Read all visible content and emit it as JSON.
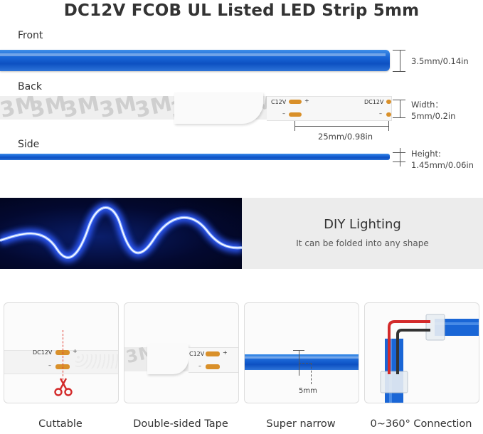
{
  "title": "DC12V FCOB UL Listed LED Strip 5mm",
  "rows": {
    "front": {
      "label": "Front",
      "dim": "3.5mm/0.14in"
    },
    "back": {
      "label": "Back",
      "width_line1": "Width：",
      "width_line2": "5mm/0.2in",
      "pitch": "25mm/0.98in",
      "pad_left_label": "C12V",
      "pad_right_label": "DC12V",
      "plus": "+",
      "minus": "–",
      "tape_text": "3M"
    },
    "side": {
      "label": "Side",
      "height_line1": "Height:",
      "height_line2": "1.45mm/0.06in"
    }
  },
  "banner": {
    "title": "DIY Lighting",
    "subtitle": "It can be folded into any shape"
  },
  "features": [
    {
      "caption": "Cuttable",
      "pad_label": "DC12V",
      "plus": "+",
      "minus": "–",
      "icon": "scissors-icon"
    },
    {
      "caption": "Double-sided Tape",
      "pad_label": "C12V",
      "plus": "+",
      "minus": "–"
    },
    {
      "caption": "Super narrow",
      "dim": "5mm"
    },
    {
      "caption": "0~360° Connection"
    }
  ],
  "colors": {
    "strip_blue": "#1a66d6",
    "pad_copper": "#d9902a",
    "cut_line": "#e23b2e",
    "wire_red": "#d32a2a",
    "wire_black": "#333333"
  }
}
